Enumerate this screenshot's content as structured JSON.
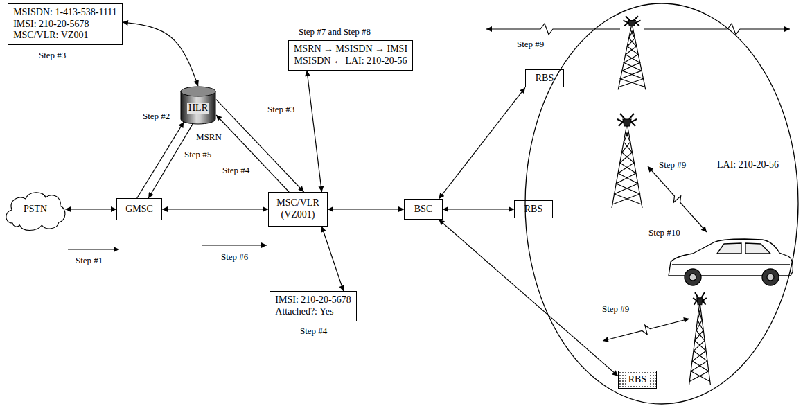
{
  "diagram": {
    "nodes": [
      {
        "text": [
          "MSISDN: 1-413-538-1111",
          "IMSI: 210-20-5678",
          "MSC/VLR: VZ001"
        ]
      },
      {
        "text": [
          "HLR"
        ]
      },
      {
        "text": [
          "PSTN"
        ]
      },
      {
        "text": [
          "GMSC"
        ]
      },
      {
        "text": [
          "MSC/VLR (VZ001)"
        ]
      },
      {
        "text": [
          "MSRN → MSISDN → IMSI",
          "MSISDN ← LAI: 210-20-56"
        ]
      },
      {
        "text": [
          "IMSI: 210-20-5678",
          "Attached?: Yes"
        ]
      },
      {
        "text": [
          "BSC"
        ]
      },
      {
        "text": [
          "RBS"
        ]
      },
      {
        "text": [
          "RBS"
        ]
      },
      {
        "text": [
          "LAI: 210-20-56"
        ]
      },
      {
        "text": [
          "RBS"
        ],
        "in": 10
      }
    ],
    "edges": [
      {
        "from": 2,
        "to": 3,
        "arrow": "both"
      },
      {
        "from": 3,
        "to": 4,
        "arrow": "both"
      },
      {
        "from": 3,
        "to": 1,
        "arrow": "to"
      },
      {
        "from": 1,
        "to": 3,
        "arrow": "to"
      },
      {
        "from": 1,
        "to": 4,
        "arrow": "to"
      },
      {
        "from": 4,
        "to": 1,
        "arrow": "to"
      },
      {
        "from": 0,
        "to": 1,
        "arrow": "both"
      },
      {
        "from": 5,
        "to": 4,
        "arrow": "both"
      },
      {
        "from": 6,
        "to": 4,
        "arrow": "both"
      },
      {
        "from": 4,
        "to": 7,
        "arrow": "both"
      },
      {
        "from": 7,
        "to": 8,
        "arrow": "both"
      },
      {
        "from": 7,
        "to": 9,
        "arrow": "both"
      },
      {
        "from": 7,
        "to": 11,
        "arrow": "both"
      }
    ],
    "labels": [
      "Step #3",
      "Step #2",
      "MSRN",
      "Step #5",
      "Step #3",
      "Step #4",
      "Step #1",
      "Step #6",
      "Step #7 and Step #8",
      "Step #4",
      "Step #9",
      "Step #9",
      "Step #10",
      "Step #9"
    ]
  }
}
